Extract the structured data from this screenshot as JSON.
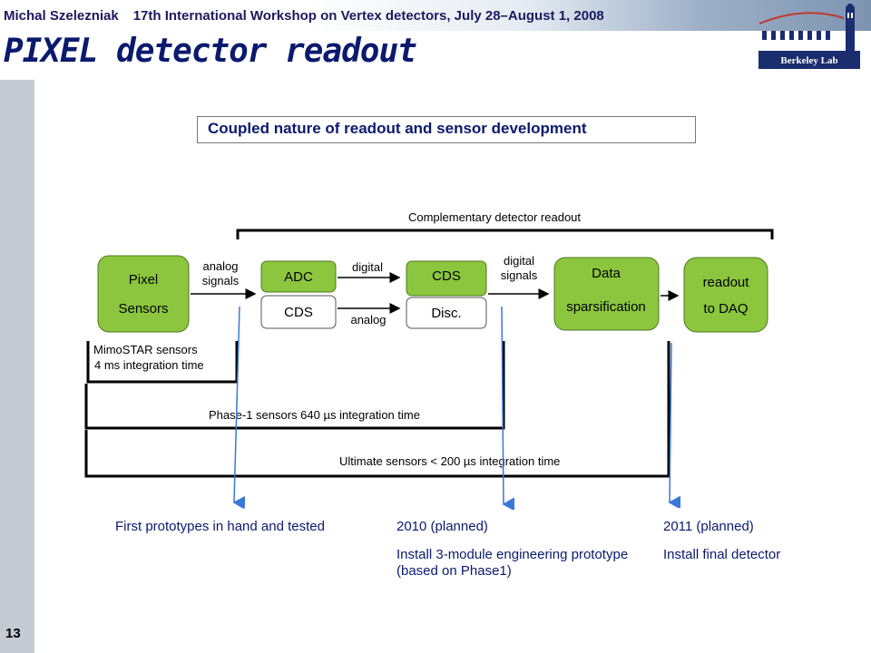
{
  "header": {
    "author": "Michal Szelezniak",
    "event": "17th International Workshop on Vertex detectors, July 28–August 1, 2008"
  },
  "title": "PIXEL detector readout",
  "logo": {
    "text": "Berkeley Lab",
    "icon": "berkeley-lab-logo"
  },
  "subtitle": "Coupled nature of readout and sensor development",
  "diagram": {
    "bracket_label": "Complementary detector readout",
    "boxes": {
      "pixel_line1": "Pixel",
      "pixel_line2": "Sensors",
      "adc": "ADC",
      "cds_left": "CDS",
      "cds_right": "CDS",
      "disc": "Disc.",
      "data_line1": "Data",
      "data_line2": "sparsification",
      "readout_line1": "readout",
      "readout_line2": "to DAQ"
    },
    "labels": {
      "analog_signals_1": "analog",
      "analog_signals_2": "signals",
      "digital": "digital",
      "analog": "analog",
      "digital_signals_1": "digital",
      "digital_signals_2": "signals"
    },
    "phases": {
      "mimostar_1": "MimoSTAR sensors",
      "mimostar_2": "4 ms integration time",
      "phase1": "Phase-1 sensors  640 µs integration time",
      "ultimate": "Ultimate sensors  < 200 µs integration time"
    },
    "colors": {
      "green": "#8cc63f",
      "arrow_blue": "#3a78d8",
      "text_navy": "#0a1a6e"
    }
  },
  "notes": {
    "first": "First prototypes in hand and tested",
    "y2010_title": "2010 (planned)",
    "y2010_body": "Install 3-module engineering prototype (based on Phase1)",
    "y2011_title": "2011 (planned)",
    "y2011_body": "Install final detector"
  },
  "page_number": "13"
}
